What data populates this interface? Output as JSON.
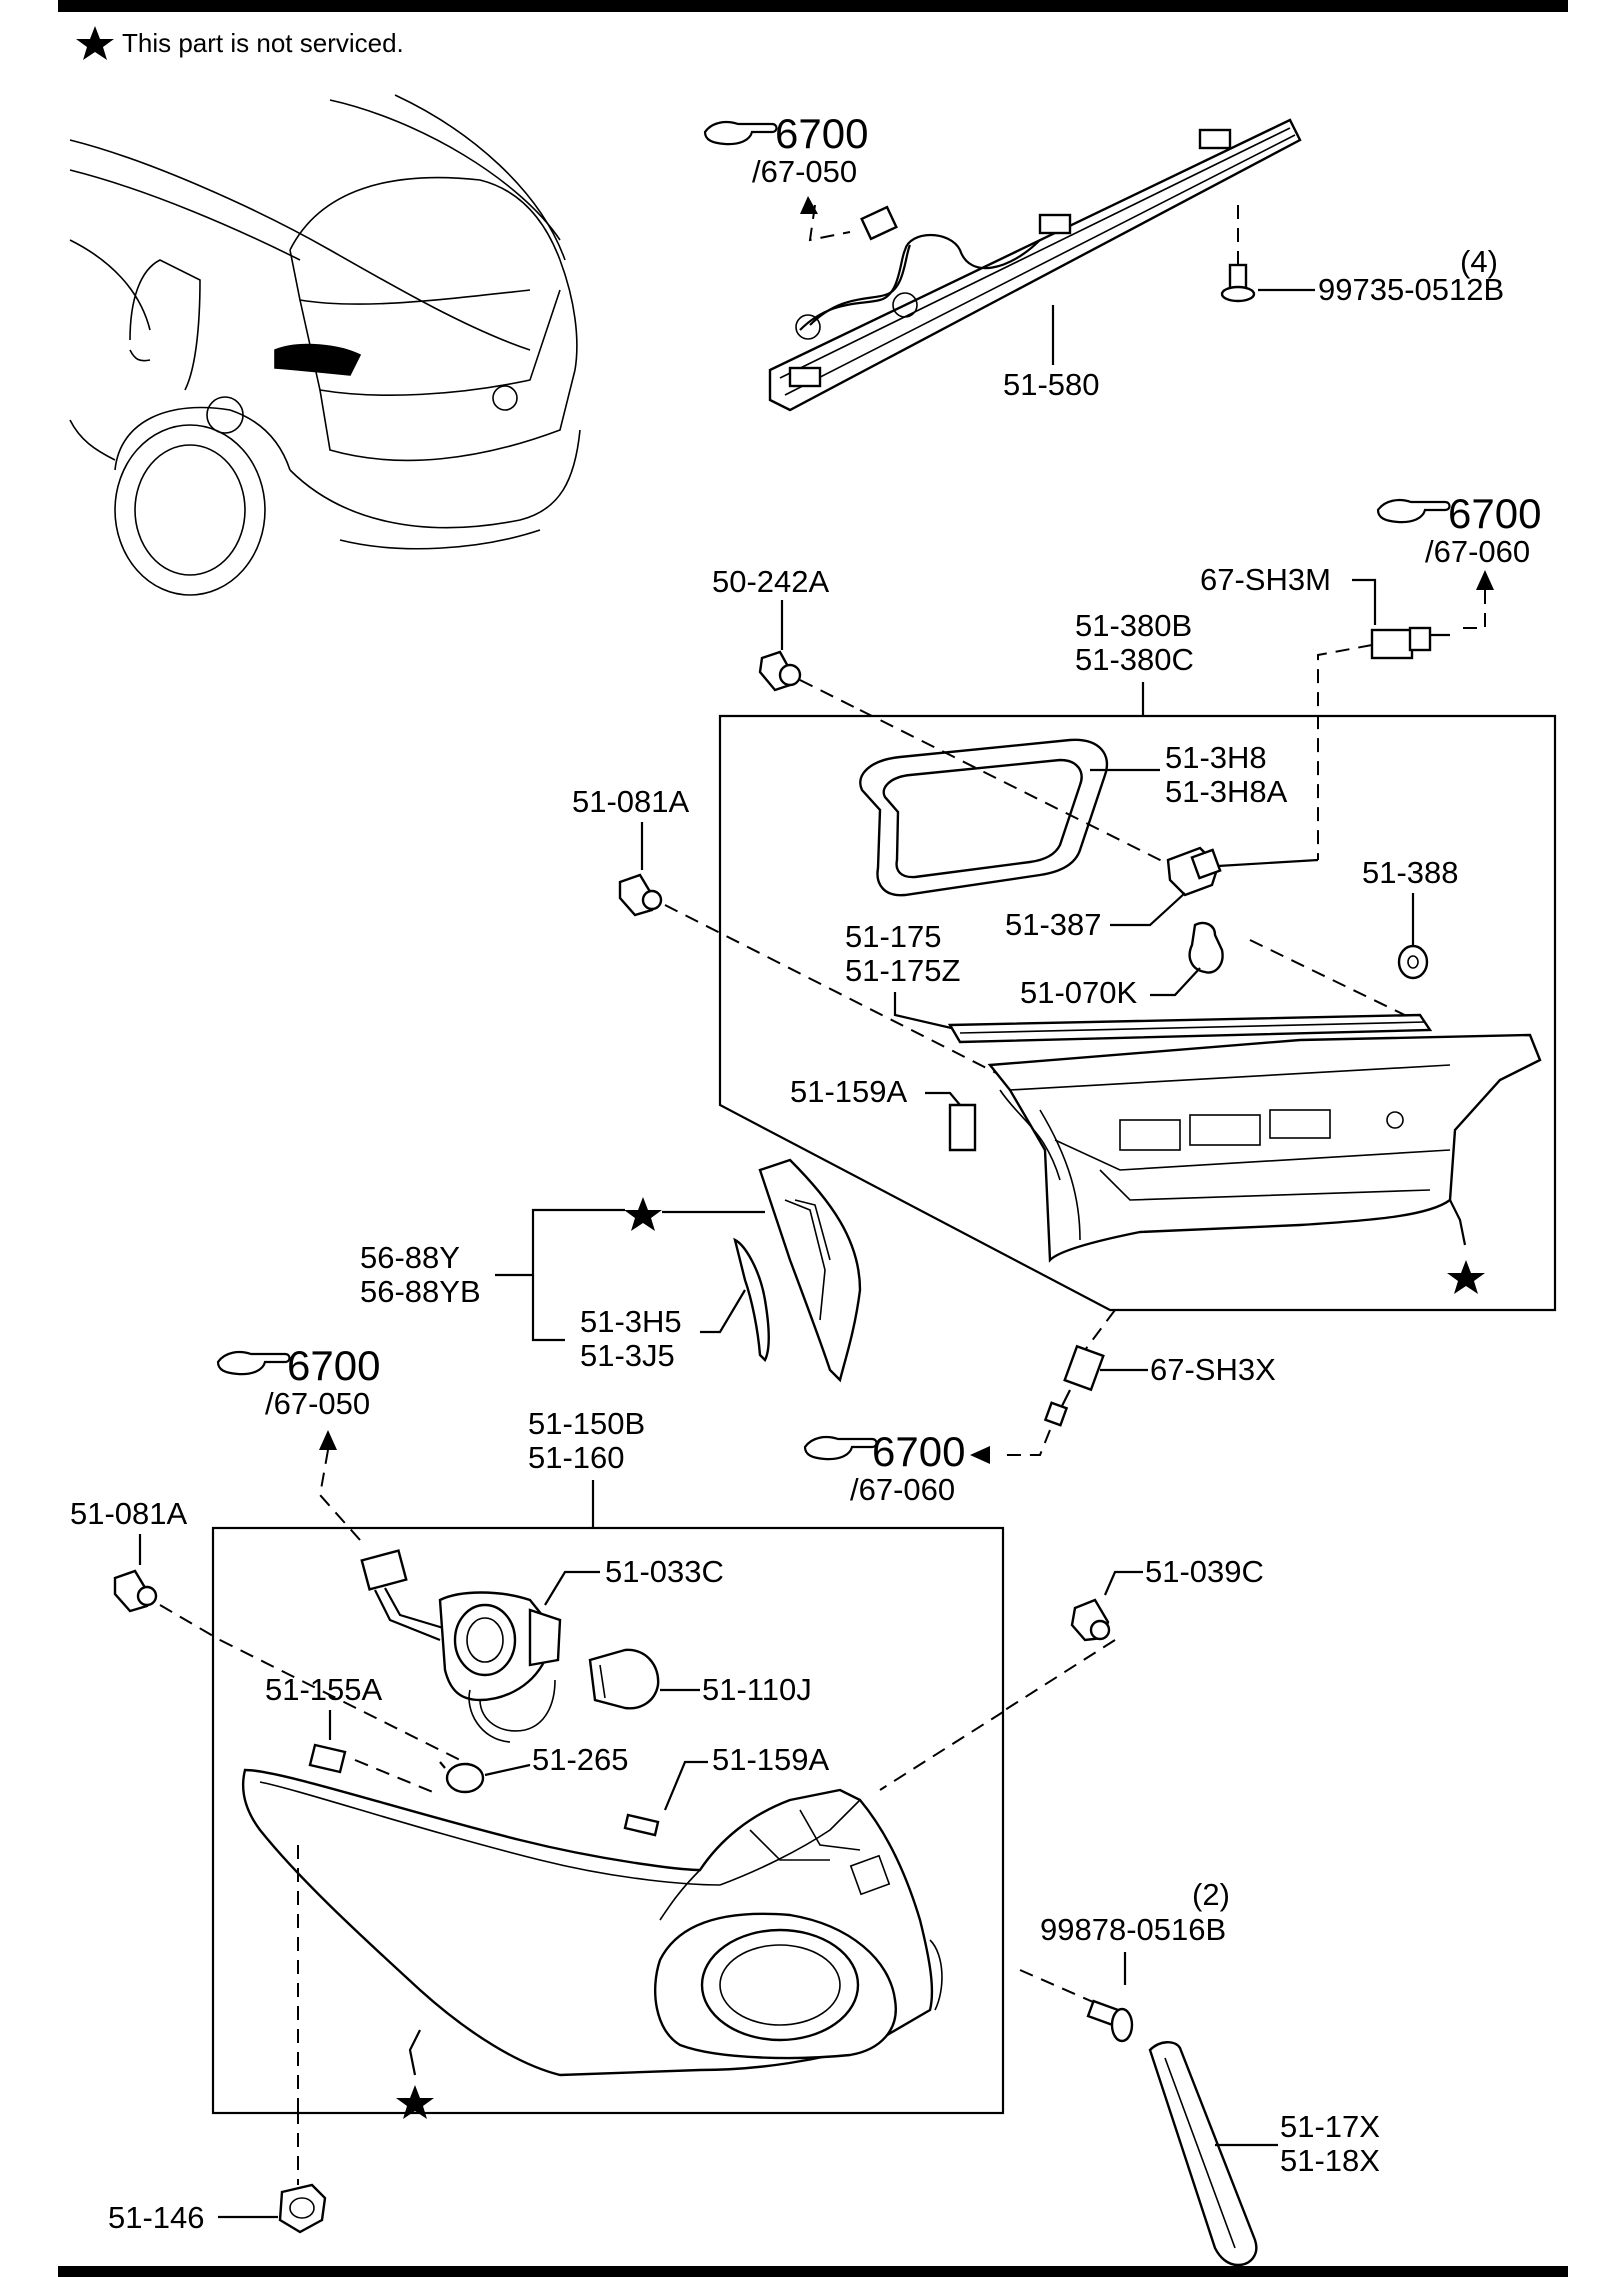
{
  "header_note": "This part is not serviced.",
  "refs": {
    "r1": {
      "num": "6700",
      "sub": "/67-050"
    },
    "r2": {
      "num": "6700",
      "sub": "/67-060"
    },
    "r3": {
      "num": "6700",
      "sub": "/67-050"
    },
    "r4": {
      "num": "6700",
      "sub": "/67-060"
    }
  },
  "labels": {
    "qty4": "(4)",
    "p99735": "99735-0512B",
    "p51580": "51-580",
    "p67SH3M": "67-SH3M",
    "p50242A": "50-242A",
    "p51380B": "51-380B",
    "p51380C": "51-380C",
    "p513H8": "51-3H8",
    "p513H8A": "51-3H8A",
    "p51081A_top": "51-081A",
    "p51388": "51-388",
    "p51387": "51-387",
    "p51175": "51-175",
    "p51175Z": "51-175Z",
    "p51070K": "51-070K",
    "p51159A_top": "51-159A",
    "p5688Y": "56-88Y",
    "p5688YB": "56-88YB",
    "p513H5": "51-3H5",
    "p513J5": "51-3J5",
    "p67SH3X": "67-SH3X",
    "p51150B": "51-150B",
    "p51160": "51-160",
    "p51081A_bot": "51-081A",
    "p51033C": "51-033C",
    "p51039C": "51-039C",
    "p51155A": "51-155A",
    "p51110J": "51-110J",
    "p51265": "51-265",
    "p51159A_bot": "51-159A",
    "qty2": "(2)",
    "p99878": "99878-0516B",
    "p5117X": "51-17X",
    "p5118X": "51-18X",
    "p51146": "51-146"
  }
}
